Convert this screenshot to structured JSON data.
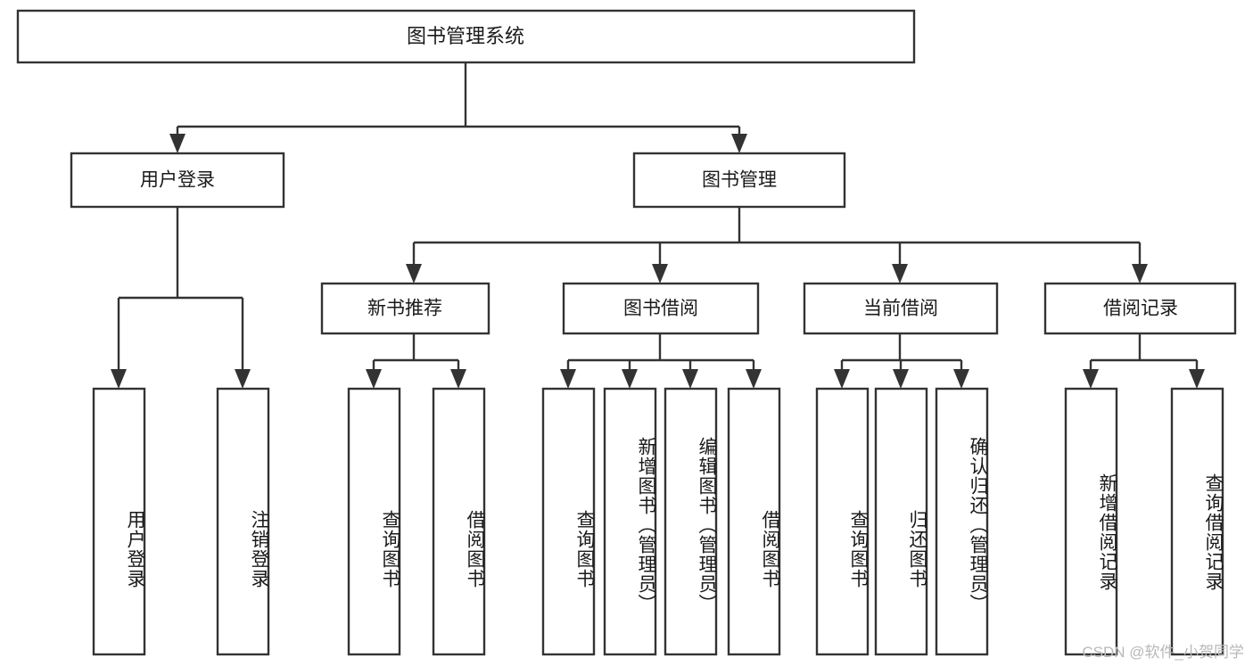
{
  "diagram": {
    "type": "tree-hierarchy",
    "orientation": "top-down",
    "title": "图书管理系统",
    "colors": {
      "box_stroke": "#333333",
      "box_fill": "#ffffff",
      "connector": "#333333",
      "text": "#1a1a1a",
      "background": "#ffffff",
      "watermark": "#b8b8b8"
    },
    "root": {
      "label": "图书管理系统"
    },
    "level2": [
      {
        "id": "user-login",
        "label": "用户登录"
      },
      {
        "id": "book-manage",
        "label": "图书管理"
      }
    ],
    "level3": [
      {
        "id": "new-book-rec",
        "label": "新书推荐",
        "parent": "book-manage"
      },
      {
        "id": "book-borrow",
        "label": "图书借阅",
        "parent": "book-manage"
      },
      {
        "id": "current-borrow",
        "label": "当前借阅",
        "parent": "book-manage"
      },
      {
        "id": "borrow-record",
        "label": "借阅记录",
        "parent": "book-manage"
      }
    ],
    "leaves": [
      {
        "id": "leaf-user-login",
        "label": "用户登录",
        "parent": "user-login"
      },
      {
        "id": "leaf-logout",
        "label": "注销登录",
        "parent": "user-login"
      },
      {
        "id": "leaf-query-book-1",
        "label": "查询图书",
        "parent": "new-book-rec"
      },
      {
        "id": "leaf-borrow-book-1",
        "label": "借阅图书",
        "parent": "new-book-rec"
      },
      {
        "id": "leaf-query-book-2",
        "label": "查询图书",
        "parent": "book-borrow"
      },
      {
        "id": "leaf-add-book",
        "label": "新增图书（管理员）",
        "parent": "book-borrow"
      },
      {
        "id": "leaf-edit-book",
        "label": "编辑图书（管理员）",
        "parent": "book-borrow"
      },
      {
        "id": "leaf-borrow-book-2",
        "label": "借阅图书",
        "parent": "book-borrow"
      },
      {
        "id": "leaf-query-book-3",
        "label": "查询图书",
        "parent": "current-borrow"
      },
      {
        "id": "leaf-return-book",
        "label": "归还图书",
        "parent": "current-borrow"
      },
      {
        "id": "leaf-confirm-return",
        "label": "确认归还（管理员）",
        "parent": "current-borrow"
      },
      {
        "id": "leaf-add-record",
        "label": "新增借阅记录",
        "parent": "borrow-record"
      },
      {
        "id": "leaf-query-record",
        "label": "查询借阅记录",
        "parent": "borrow-record"
      }
    ]
  },
  "watermark": {
    "text": "CSDN @软件_小贺同学"
  }
}
